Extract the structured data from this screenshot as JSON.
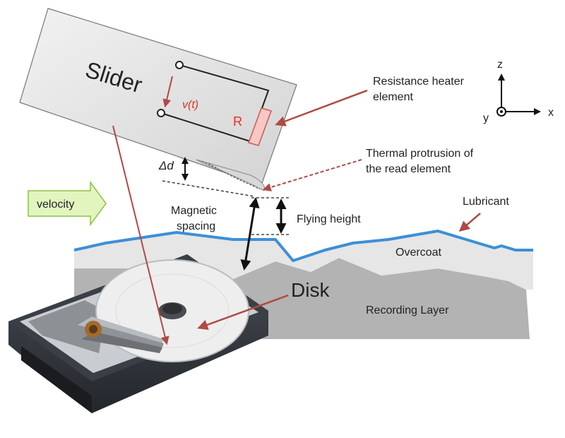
{
  "labels": {
    "slider": "Slider",
    "voltage": "v(t)",
    "resistor": "R",
    "delta_d": "Δd",
    "velocity": "velocity",
    "magnetic_spacing_line1": "Magnetic",
    "magnetic_spacing_line2": "spacing",
    "flying_height": "Flying height",
    "heater_line1": "Resistance heater",
    "heater_line2": "element",
    "protrusion_line1": "Thermal protrusion of",
    "protrusion_line2": "the read element",
    "lubricant": "Lubricant",
    "overcoat": "Overcoat",
    "disk": "Disk",
    "recording_layer": "Recording Layer",
    "axis_z": "z",
    "axis_x": "x",
    "axis_y": "y"
  },
  "colors": {
    "slider_fill": "#e4e4e4",
    "lubricant": "#3d8fd6",
    "overcoat": "#e8e8e8",
    "recording_layer": "#b3b3b3",
    "callout_arrow": "#b04a44",
    "resistor_fill": "#f6c7c4",
    "velocity_fill": "#e3f5bf",
    "velocity_stroke": "#8fbf4a",
    "red_text": "#e0322a"
  }
}
